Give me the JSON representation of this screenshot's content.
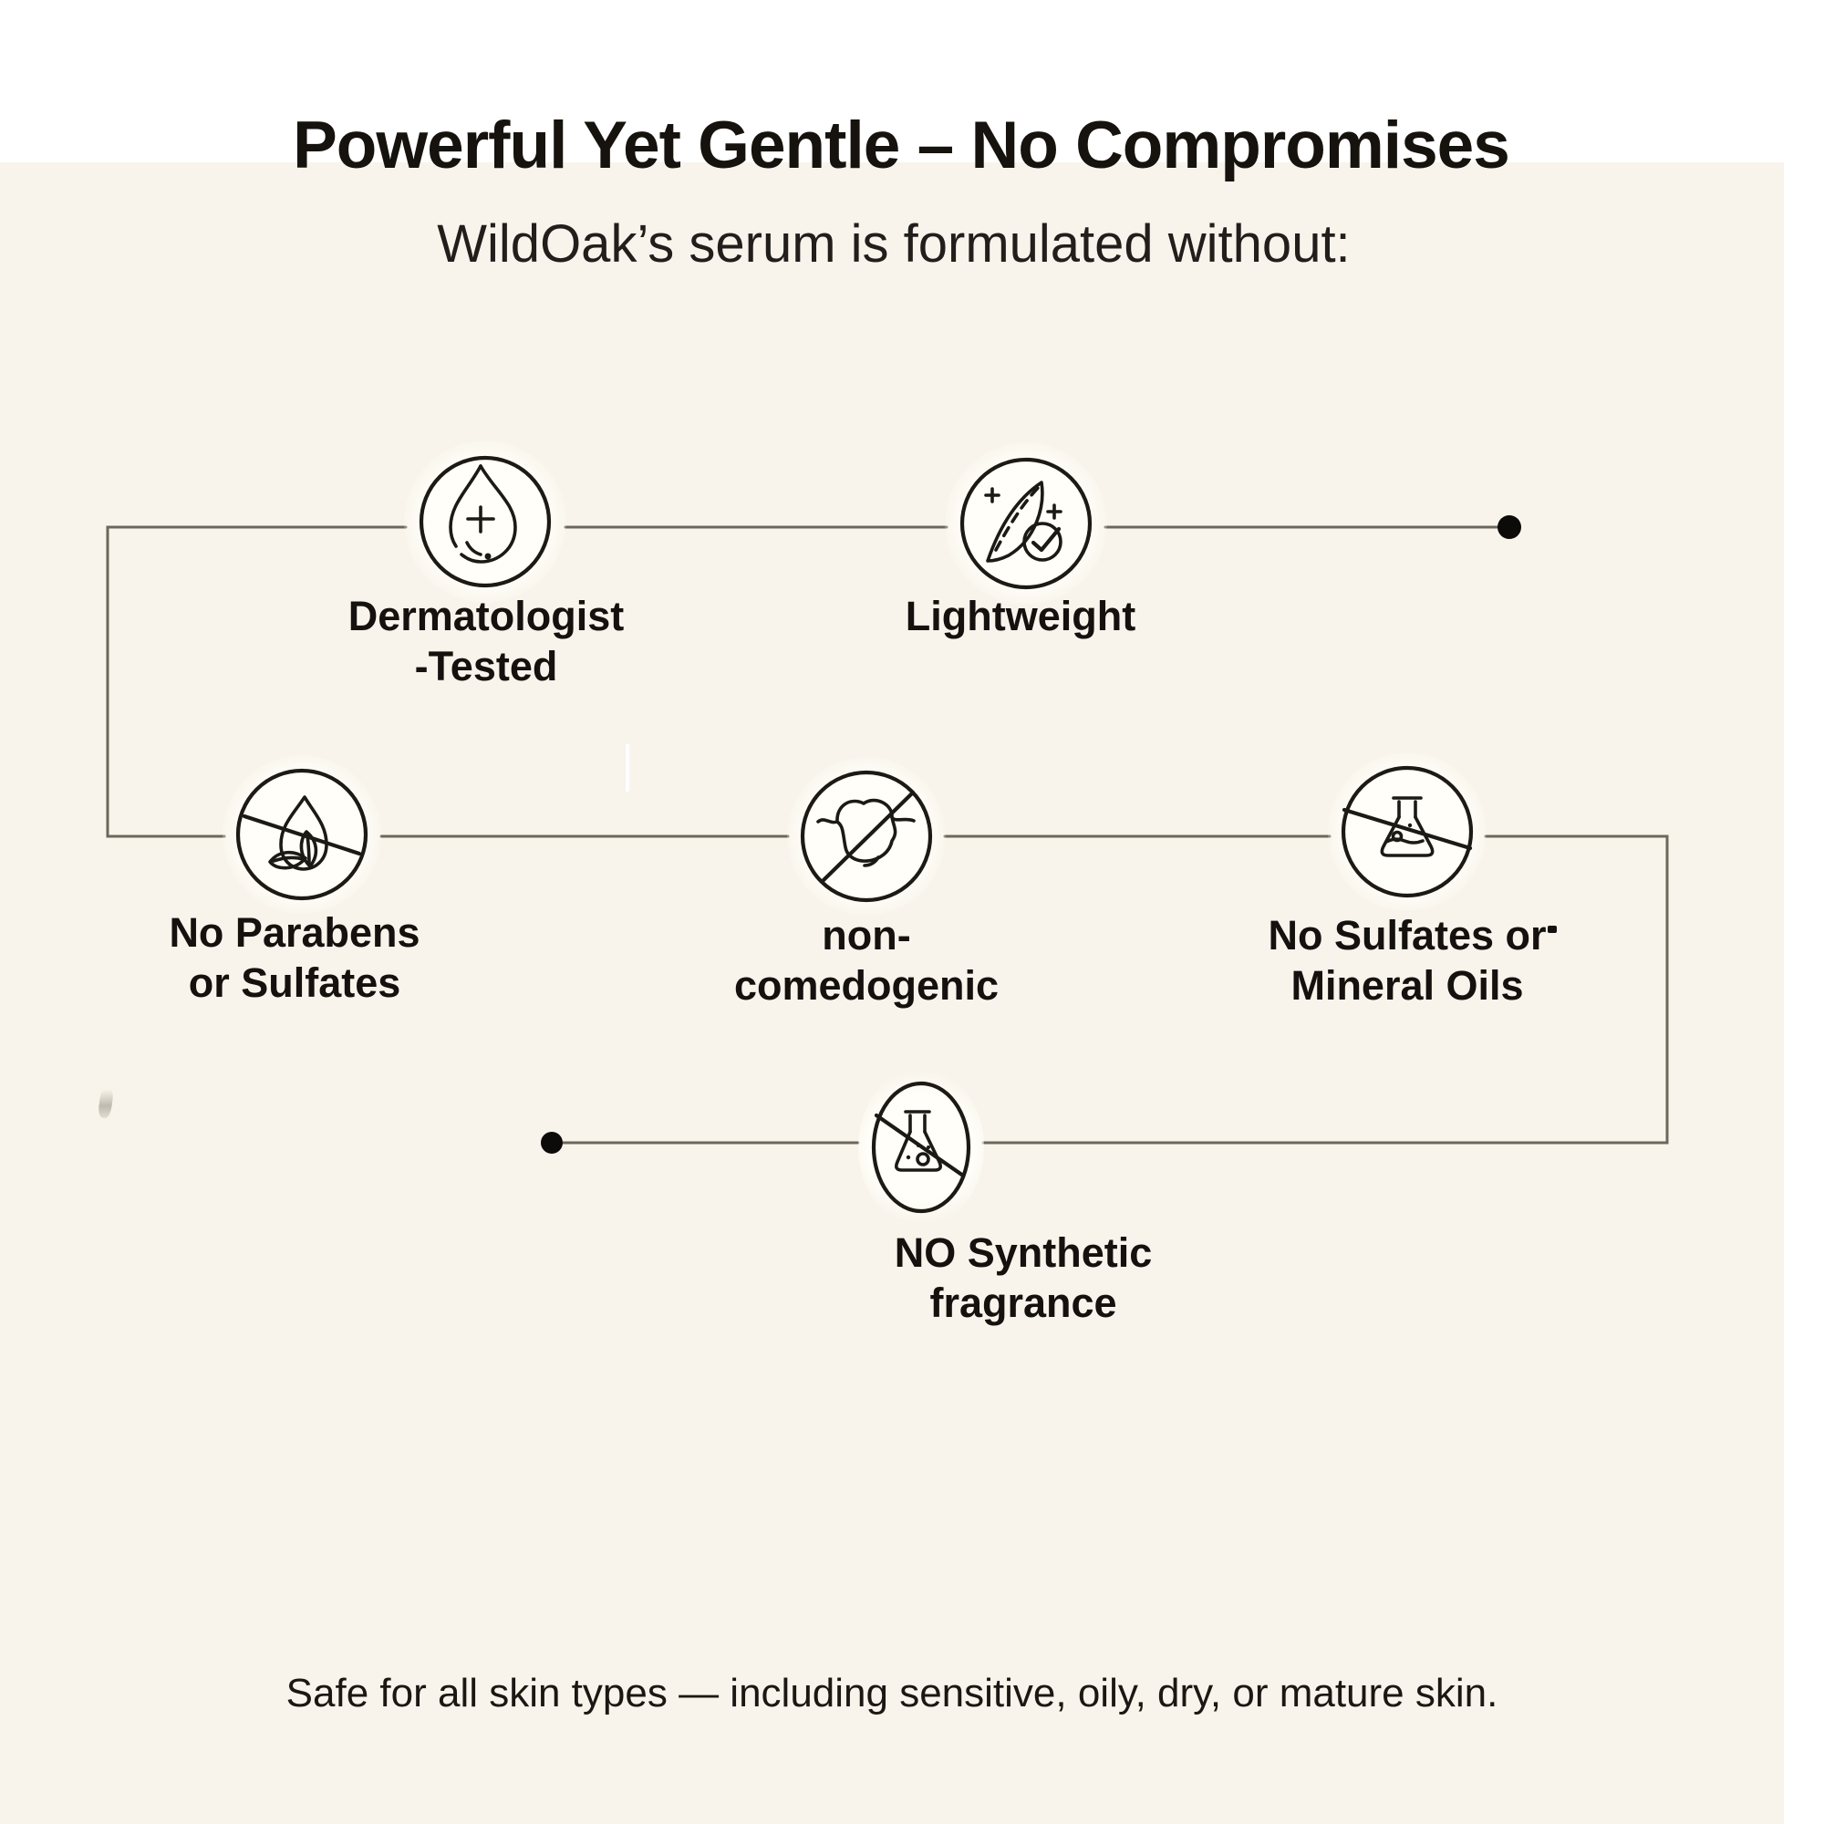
{
  "page": {
    "title": "Powerful Yet Gentle – No Compromises",
    "subtitle": "WildOak’s serum is formulated without:",
    "footer": "Safe for all skin types — including sensitive, oily, dry, or mature skin."
  },
  "features": [
    {
      "id": "dermatologist-tested",
      "label": "Dermatologist\n-Tested",
      "icon": "droplet-plus-icon"
    },
    {
      "id": "lightweight",
      "label": "Lightweight",
      "icon": "feather-check-icon"
    },
    {
      "id": "no-parabens-or-sulfates",
      "label": "No Parabens\nor Sulfates",
      "icon": "leaf-droplet-slash-icon"
    },
    {
      "id": "non-comedogenic",
      "label": "non-\ncomedogenic",
      "icon": "pore-slash-icon"
    },
    {
      "id": "no-sulfates-or-mineral-oils",
      "label": "No Sulfates or\nMineral Oils",
      "icon": "flask-slash-icon"
    },
    {
      "id": "no-synthetic-fragrance",
      "label": "NO Synthetic\nfragrance",
      "icon": "beaker-slash-icon"
    }
  ],
  "colors": {
    "background_cream": "#f8f4eb",
    "page_white": "#ffffff",
    "ink": "#17130f",
    "connector_line": "#6b675b",
    "flow_dot": "#0d0b09"
  }
}
